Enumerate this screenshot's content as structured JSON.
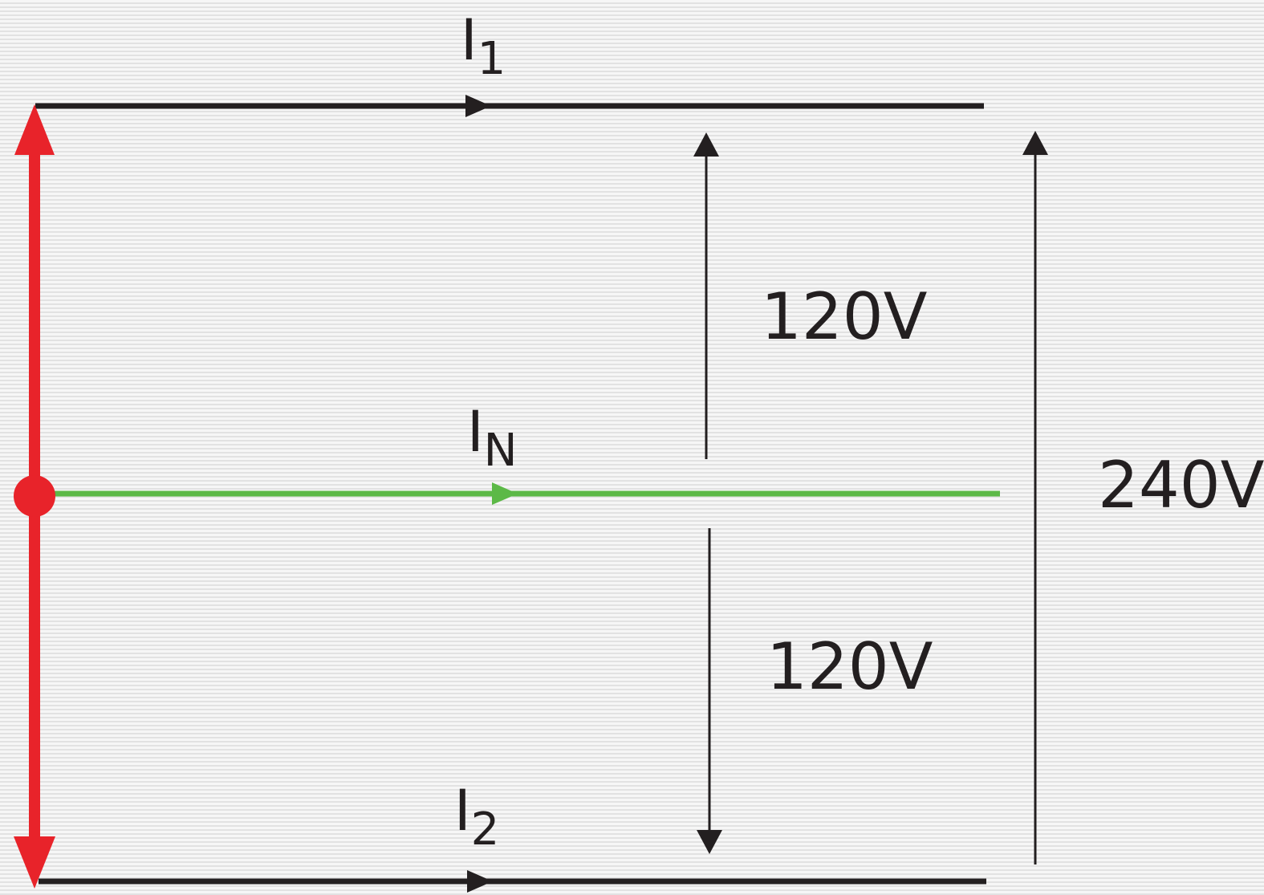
{
  "labels": {
    "current_line1": "I",
    "current_line1_sub": "1",
    "current_neutral": "I",
    "current_neutral_sub": "N",
    "current_line2": "I",
    "current_line2_sub": "2",
    "voltage_upper": "120V",
    "voltage_lower": "120V",
    "voltage_total": "240V"
  },
  "colors": {
    "conductor": "#231f20",
    "neutral": "#5cb947",
    "source": "#e8232a"
  }
}
